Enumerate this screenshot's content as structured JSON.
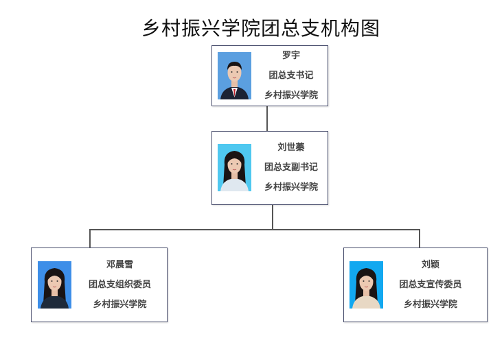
{
  "title": "乡村振兴学院团总支机构图",
  "members": [
    {
      "name": "罗宇",
      "role": "团总支书记",
      "org": "乡村振兴学院",
      "photo_bg": "#5b9fe0"
    },
    {
      "name": "刘世蓁",
      "role": "团总支副书记",
      "org": "乡村振兴学院",
      "photo_bg": "#4fc8f0"
    },
    {
      "name": "邓晨雪",
      "role": "团总支组织委员",
      "org": "乡村振兴学院",
      "photo_bg": "#3d8ee8"
    },
    {
      "name": "刘颖",
      "role": "团总支宣传委员",
      "org": "乡村振兴学院",
      "photo_bg": "#12a8f0"
    }
  ]
}
